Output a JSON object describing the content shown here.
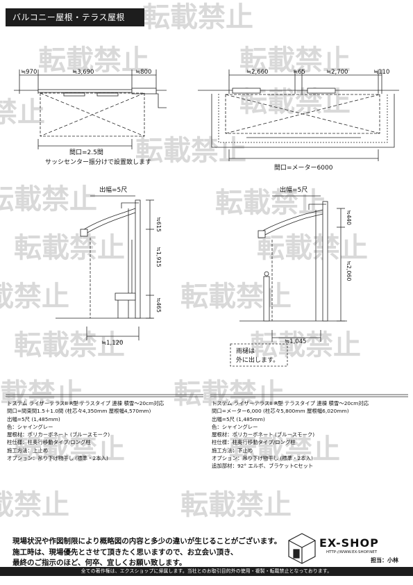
{
  "title": "バルコニー屋根・テラス屋根",
  "watermark": "転載禁止",
  "left_plan": {
    "dims": [
      "≒970",
      "≒3,690",
      "≒800"
    ],
    "frontage": "間口=2.5間",
    "note": "サッシセンター振分けで設置致します"
  },
  "right_plan": {
    "dims": [
      "≒2,660",
      "≒65",
      "≒2,700",
      "≒110"
    ],
    "frontage": "間口=メーター6000"
  },
  "left_section": {
    "projection": "出幅=5尺",
    "heights": [
      "≒615",
      "≒1,915",
      "≒465"
    ],
    "base": "≒1,120"
  },
  "right_section": {
    "projection": "出幅=5尺",
    "heights": [
      "≒440",
      "≒2,060"
    ],
    "base": "≒1,045",
    "gutter_note": [
      "雨樋は",
      "外に出します。"
    ]
  },
  "spec_left": [
    "トステム ライザーテラスII R型 テラスタイプ 連棟 積雪～20cm対応",
    "間口=間東間1.5＋1.0間 (柱芯々4,350mm 屋根幅4,570mm)",
    "出幅=5尺 (1,485mm)",
    "色：シャイングレー",
    "屋根材：ポリカーボネート (ブルースモーク)",
    "柱仕様：柱奥行移動タイプ/ロング柱",
    "施工方法：上止め",
    "オプション：吊り下げ物干し (標準・2本入)"
  ],
  "spec_right": [
    "トステム ライザーテラスII R型 テラスタイプ 連棟 積雪～20cm対応",
    "間口=メーター6,000 (柱芯々5,800mm 屋根幅6,020mm)",
    "出幅=5尺 (1,485mm)",
    "色：シャイングレー",
    "屋根材：ポリカーボネート (ブルースモーク)",
    "柱仕様：柱奥行移動タイプ/ロング柱",
    "施工方法：下止め",
    "オプション：吊り下げ物干し (標準・2本入)",
    "追加部材：92° エルボ、ブラケットCセット"
  ],
  "footer_notes": [
    "現場状況や作図制限により概略図の内容と多少の違いが生じることがございます。",
    "施工時は、現場優先とさせて頂きたく思いますので、お立会い頂き、",
    "最終のご指示のほど、何卒、宜しくお願い致します。"
  ],
  "logo": "EX-SHOP",
  "logo_url": "HTTP://WWW.EX-SHOP.NET",
  "staff": "担当：小林",
  "copyright": "全ての著作権は、エクスショップに帰属します。当社とのお取引目的外の使用・複製・転載禁止となっております。"
}
